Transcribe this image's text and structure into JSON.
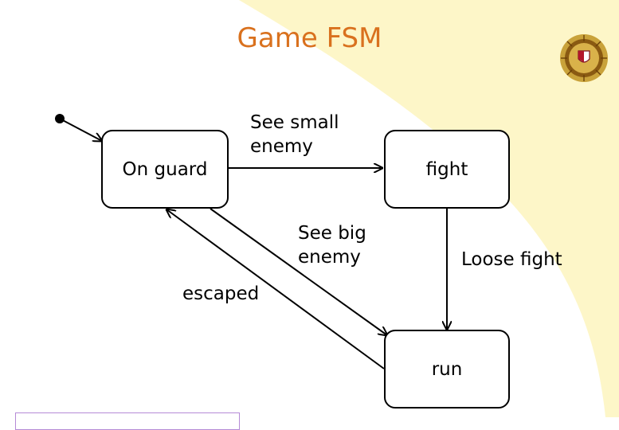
{
  "title": "Game FSM",
  "colors": {
    "title": "#d9711e",
    "background_sweep": "#fdf6c8",
    "footer_border": "#b58ad6"
  },
  "diagram": {
    "states": [
      {
        "id": "on-guard",
        "label": "On guard"
      },
      {
        "id": "fight",
        "label": "fight"
      },
      {
        "id": "run",
        "label": "run"
      }
    ],
    "transitions": [
      {
        "from": "on-guard",
        "to": "fight",
        "label_lines": [
          "See small",
          "enemy"
        ]
      },
      {
        "from": "fight",
        "to": "run",
        "label_lines": [
          "Loose fight"
        ]
      },
      {
        "from": "on-guard",
        "to": "run",
        "label_lines": [
          "See big",
          "enemy"
        ]
      },
      {
        "from": "run",
        "to": "on-guard",
        "label_lines": [
          "escaped"
        ]
      }
    ],
    "initial_state": "on-guard"
  },
  "logo": {
    "name": "university-seal-icon"
  }
}
